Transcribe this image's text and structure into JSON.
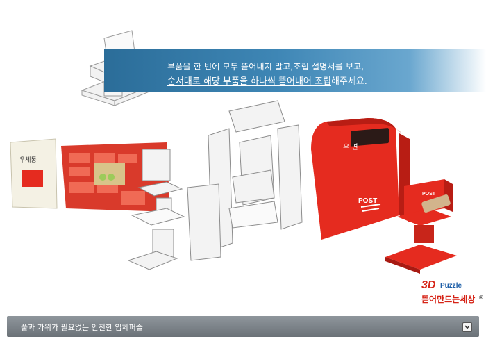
{
  "banner": {
    "line1": "부품을 한 번에 모두 뜯어내지 말고,조립 설명서를 보고,",
    "line2_main": "순서대로 해당 부품을 하나씩 뜯어내어 조립",
    "line2_tail": "해주세요."
  },
  "mailbox": {
    "label_top": "우 편",
    "label_post": "POST",
    "small_label_post": "POST"
  },
  "instruction_sheet": {
    "title": "우체통"
  },
  "logo": {
    "brand": "3D",
    "puzzle": "Puzzle",
    "korean": "뜯어만드는세상",
    "reg": "®"
  },
  "caption": {
    "text": "풀과 가위가 필요없는 안전한 입체퍼즐"
  },
  "colors": {
    "mailbox_red": "#e52b1f",
    "banner_blue": "#2b6d99",
    "caption_gray": "#7a8187"
  },
  "icons": {
    "expand": "chevron-down-icon"
  }
}
